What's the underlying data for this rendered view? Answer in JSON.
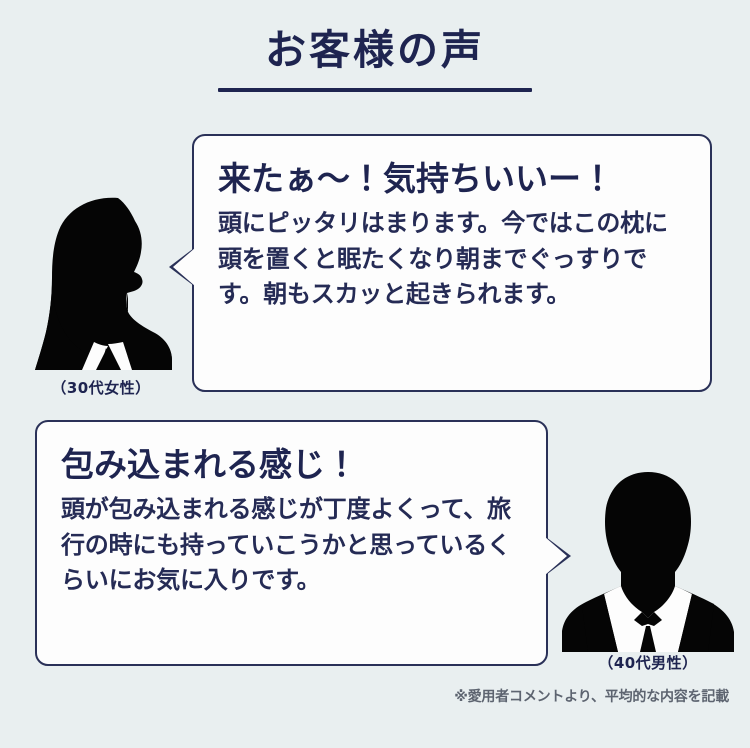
{
  "page": {
    "title": "お客様の声",
    "background_color": "#e9eff0",
    "ink_color": "#1e2450"
  },
  "testimonials": [
    {
      "id": "testimonial-1",
      "headline": "来たぁ〜！気持ちいいー！",
      "body": "頭にピッタリはまります。今ではこの枕に頭を置くと眠たくなり朝までぐっすりです。朝もスカッと起きられます。",
      "attribution": "（30代女性）",
      "avatar": "female-profile-silhouette",
      "tail_direction": "left"
    },
    {
      "id": "testimonial-2",
      "headline": "包み込まれる感じ！",
      "body": "頭が包み込まれる感じが丁度よくって、旅行の時にも持っていこうかと思っているくらいにお気に入りです。",
      "attribution": "（40代男性）",
      "avatar": "male-bust-silhouette",
      "tail_direction": "right"
    }
  ],
  "footnote": "※愛用者コメントより、平均的な内容を記載"
}
